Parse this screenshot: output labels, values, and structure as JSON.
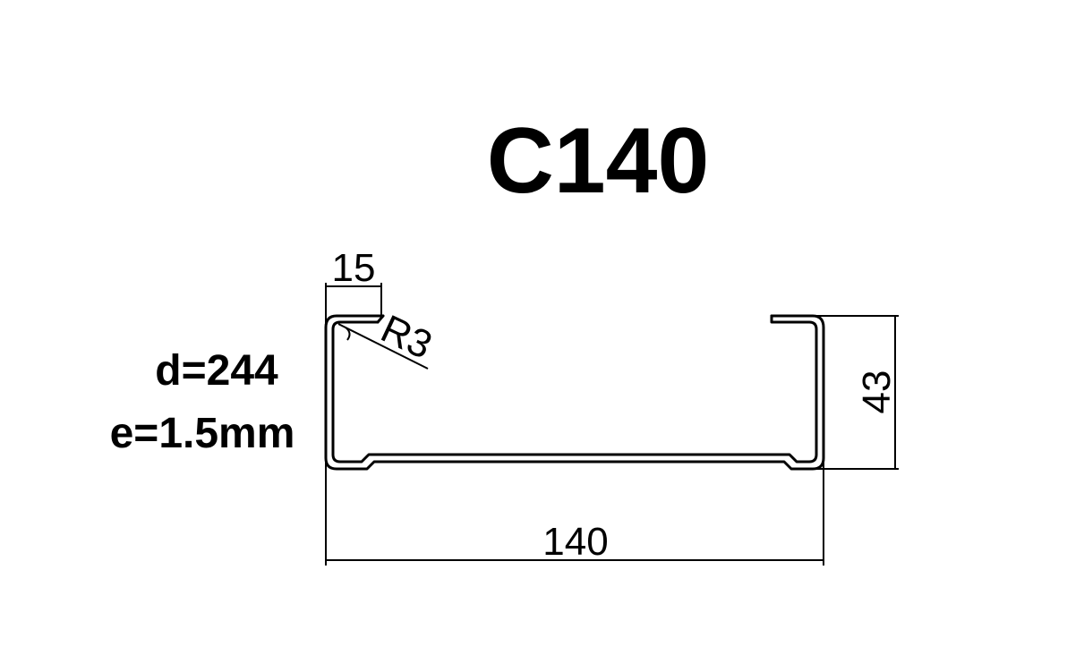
{
  "drawing": {
    "title": "C140",
    "specs": {
      "d": "d=244",
      "e": "e=1.5mm"
    },
    "dimensions": {
      "lip": "15",
      "radius": "R3",
      "flange": "43",
      "web": "140"
    },
    "colors": {
      "line": "#000000",
      "background": "#ffffff"
    }
  }
}
